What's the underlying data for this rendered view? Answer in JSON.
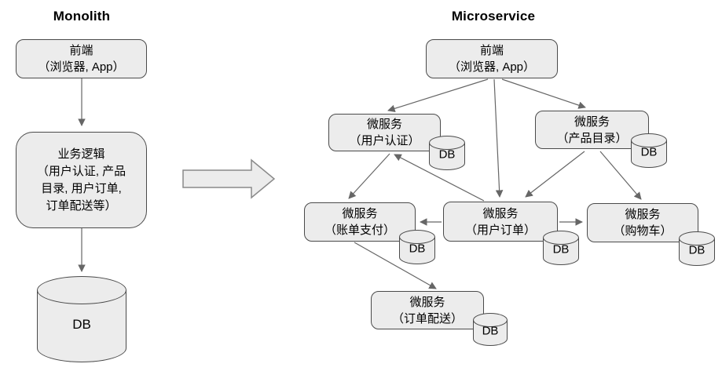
{
  "colors": {
    "box_fill": "#ececec",
    "box_border": "#4a4a4a",
    "arrow_line": "#666666",
    "text": "#000000"
  },
  "monolith": {
    "title": "Monolith",
    "frontend": {
      "lines": [
        "前端",
        "（浏览器, App）"
      ]
    },
    "business_logic": {
      "lines": [
        "业务逻辑",
        "（用户认证, 产品",
        "目录, 用户订单,",
        "订单配送等）"
      ]
    },
    "db": {
      "label": "DB"
    }
  },
  "microservice": {
    "title": "Microservice",
    "frontend": {
      "lines": [
        "前端",
        "（浏览器, App）"
      ]
    },
    "services": [
      {
        "lines": [
          "微服务",
          "（用户认证）"
        ],
        "db": "DB"
      },
      {
        "lines": [
          "微服务",
          "（产品目录）"
        ],
        "db": "DB"
      },
      {
        "lines": [
          "微服务",
          "（账单支付）"
        ],
        "db": "DB"
      },
      {
        "lines": [
          "微服务",
          "（用户订单）"
        ],
        "db": "DB"
      },
      {
        "lines": [
          "微服务",
          "（购物车）"
        ],
        "db": "DB"
      },
      {
        "lines": [
          "微服务",
          "（订单配送）"
        ],
        "db": "DB"
      }
    ]
  },
  "edges": [
    {
      "from": "前端（浏览器, App）",
      "to": "业务逻辑"
    },
    {
      "from": "业务逻辑",
      "to": "DB"
    },
    {
      "from": "Monolith",
      "to": "Microservice"
    },
    {
      "from": "前端（浏览器, App）",
      "to": "微服务（用户认证）"
    },
    {
      "from": "前端（浏览器, App）",
      "to": "微服务（用户订单）"
    },
    {
      "from": "前端（浏览器, App）",
      "to": "微服务（产品目录）"
    },
    {
      "from": "微服务（用户认证）",
      "to": "微服务（账单支付）"
    },
    {
      "from": "微服务（用户订单）",
      "to": "微服务（用户认证）"
    },
    {
      "from": "微服务（产品目录）",
      "to": "微服务（用户订单）"
    },
    {
      "from": "微服务（产品目录）",
      "to": "微服务（购物车）"
    },
    {
      "from": "微服务（用户订单）",
      "to": "微服务（账单支付）"
    },
    {
      "from": "微服务（用户订单）",
      "to": "微服务（购物车）"
    },
    {
      "from": "微服务（账单支付）",
      "to": "微服务（订单配送）"
    }
  ]
}
